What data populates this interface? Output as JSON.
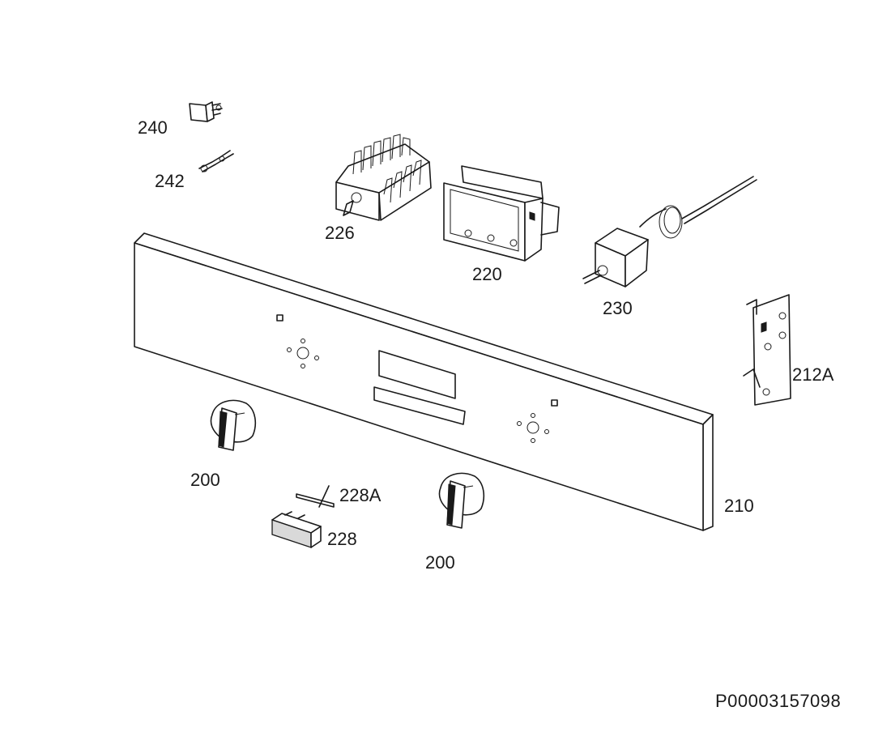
{
  "parts": {
    "p240": "240",
    "p242": "242",
    "p226": "226",
    "p220": "220",
    "p230": "230",
    "p212A": "212A",
    "p200a": "200",
    "p200b": "200",
    "p228A": "228A",
    "p228": "228",
    "p210": "210"
  },
  "document_id": "P00003157098"
}
